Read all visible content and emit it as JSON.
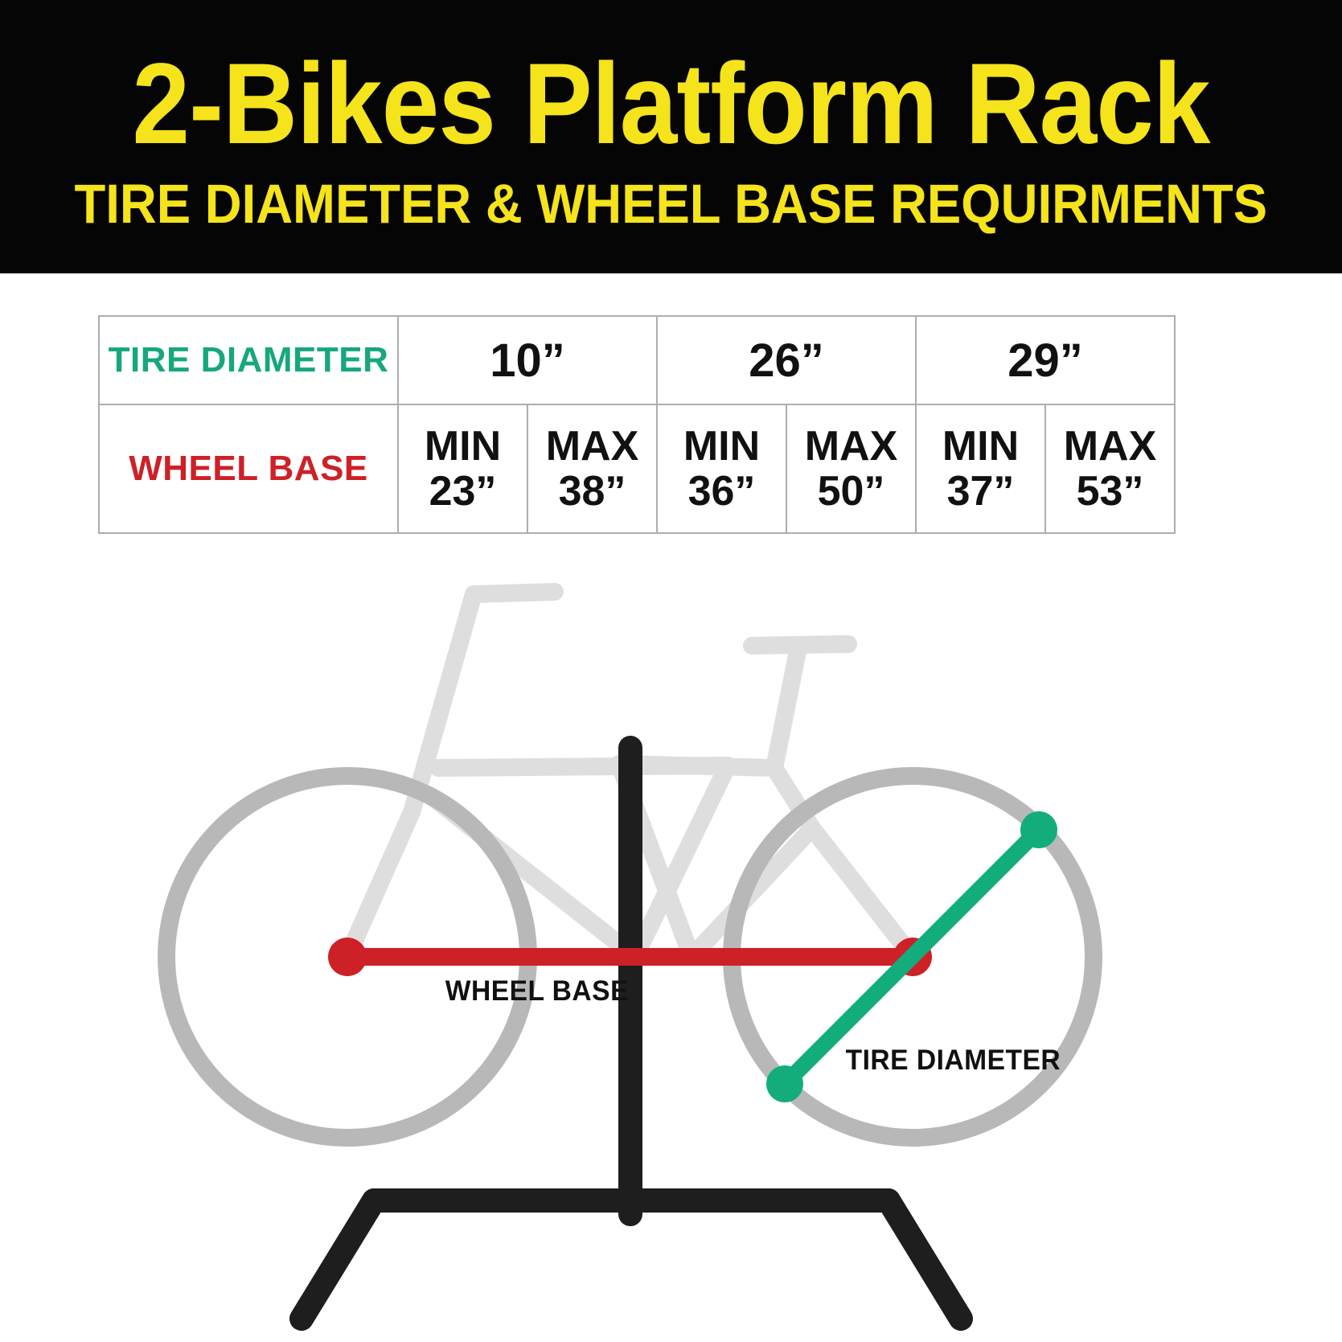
{
  "header": {
    "title": "2-Bikes Platform Rack",
    "subtitle": "TIRE DIAMETER & WHEEL BASE REQUIRMENTS",
    "background_color": "#050505",
    "text_color": "#F5E31B"
  },
  "colors": {
    "accent_yellow": "#F5E31B",
    "tire_teal": "#17A77E",
    "wheel_red": "#CE2027",
    "table_border": "#ADADAD",
    "bike_frame_gray": "#DEDEDE",
    "bike_wheel_gray": "#B8B8B8",
    "rack_black": "#1E1E1E"
  },
  "table": {
    "row_labels": {
      "tire_diameter": "TIRE DIAMETER",
      "wheel_base": "WHEEL BASE"
    },
    "tire_diameters": [
      "10”",
      "26”",
      "29”"
    ],
    "min_word": "MIN",
    "max_word": "MAX",
    "wheel_base": [
      {
        "min": "23”",
        "max": "38”"
      },
      {
        "min": "36”",
        "max": "50”"
      },
      {
        "min": "37”",
        "max": "53”"
      }
    ]
  },
  "diagram": {
    "wheel_base_label": "WHEEL BASE",
    "tire_diameter_label": "TIRE DIAMETER",
    "icons": {
      "wheel_base_measure": "wheel-base-measure-line",
      "tire_diameter_measure": "tire-diameter-measure-line",
      "bicycle": "bicycle-icon",
      "rack": "platform-rack-icon"
    }
  }
}
